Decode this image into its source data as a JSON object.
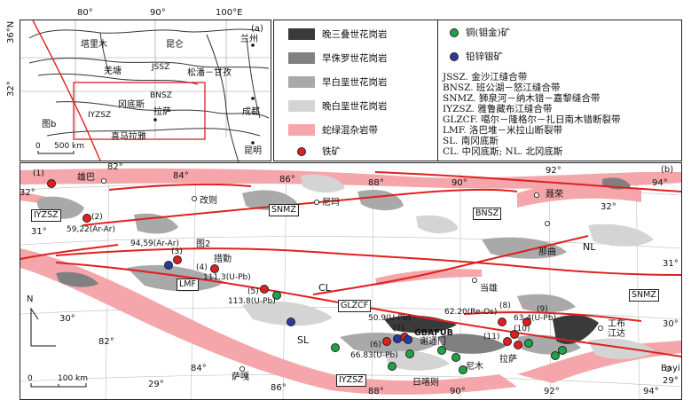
{
  "panel_a": {
    "label": "(a)",
    "lon_labels": [
      "80°",
      "90°",
      "100°E"
    ],
    "lat_labels": [
      "36°N",
      "32°"
    ],
    "places": [
      "塔里木",
      "昆仑",
      "兰州",
      "羌塘",
      "JSSZ",
      "松潘－甘孜",
      "BNSZ",
      "冈底斯",
      "IYZSZ",
      "拉萨",
      "成都",
      "图b",
      "喜马拉雅",
      "昆明"
    ],
    "scale": [
      "0",
      "500 km"
    ]
  },
  "legend": {
    "rocks": [
      {
        "label": "晚三叠世花岗岩",
        "color": "#3a3a3a"
      },
      {
        "label": "早侏罗世花岗岩",
        "color": "#808080"
      },
      {
        "label": "早白垩世花岗岩",
        "color": "#a9a9a9"
      },
      {
        "label": "晚白垩世花岗岩",
        "color": "#d4d4d4"
      },
      {
        "label": "蛇绿混杂岩带",
        "color": "#f4a6aa"
      }
    ],
    "iron": {
      "label": "铁矿",
      "color": "#e02020"
    },
    "copper": {
      "label": "铜(钼金)矿",
      "color": "#1fa347"
    },
    "leadzinc": {
      "label": "铅锌银矿",
      "color": "#283a9c"
    },
    "abbreviations": [
      "JSSZ. 金沙江缝合带",
      "BNSZ. 班公湖－怒江缝合带",
      "SNMZ. 狮泉河－纳木错－嘉黎缝合带",
      "IYZSZ. 雅鲁藏布江缝合带",
      "GLZCF. 噶尔－隆格尔－扎日南木错断裂带",
      "LMF. 洛巴堆－米拉山断裂带",
      "SL. 南冈底斯",
      "CL. 中冈底斯; NL. 北冈底斯"
    ]
  },
  "panel_b": {
    "label": "(b)",
    "lon_top": [
      "82°",
      "84°",
      "86°",
      "88°",
      "90°",
      "92°",
      "94°"
    ],
    "lon_bottom": [
      "82°",
      "84°",
      "86°",
      "88°",
      "90°",
      "92°",
      "94°"
    ],
    "lat_left": [
      "32°",
      "31°",
      "30°",
      "29°"
    ],
    "lat_right": [
      "32°",
      "31°",
      "30°",
      "29°"
    ],
    "zones": [
      "IYZSZ",
      "LMF",
      "SNMZ",
      "GLZCF",
      "BNSZ",
      "SNMZ",
      "IYZSZ",
      "GBAFUB"
    ],
    "regions": [
      "CL",
      "SL",
      "NL"
    ],
    "cities": [
      "雄巴",
      "改则",
      "尼玛",
      "聂荣",
      "那曲",
      "措勤",
      "当雄",
      "工布江达",
      "Bayi",
      "拉萨",
      "尼木",
      "日喀则",
      "萨嘎",
      "谢通门",
      "图2"
    ],
    "deposits": [
      "(1)",
      "(2)",
      "59,22(Ar-Ar)",
      "94,59(Ar-Ar)",
      "(3)",
      "(4)",
      "111.3(U-Pb)",
      "(5)",
      "113.8(U-Pb)",
      "(6)",
      "66.83(U-Pb)",
      "(7)",
      "50.9(U-Pb)",
      "(8)",
      "62.20(Re-Os)",
      "(9)",
      "63.4(U-Pb)",
      "(10)",
      "(11)"
    ],
    "north": "N",
    "scale": [
      "0",
      "100 km"
    ]
  }
}
